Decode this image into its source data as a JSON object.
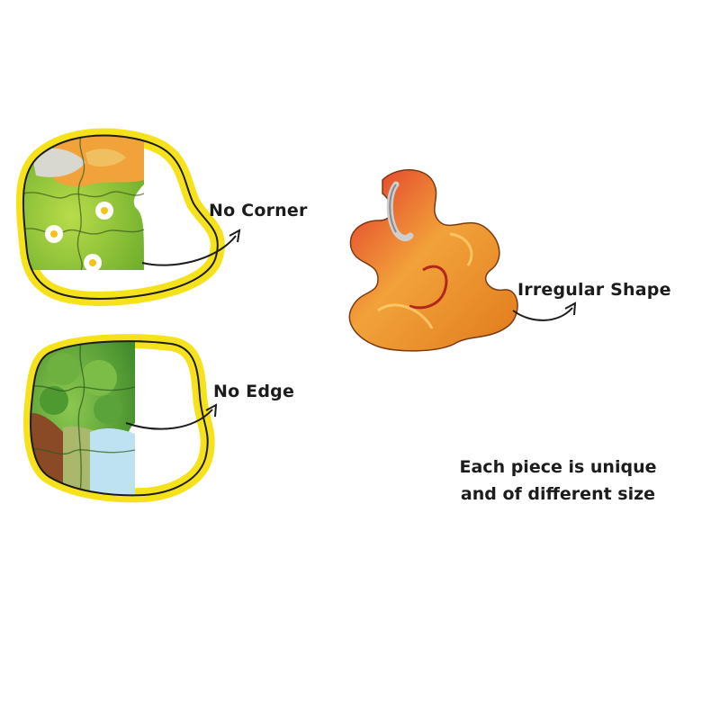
{
  "labels": {
    "corner": "No Corner",
    "edge": "No Edge",
    "shape": "Irregular Shape",
    "note_line1": "Each piece is unique",
    "note_line2": "and of different size"
  },
  "colors": {
    "frame_yellow": "#f5e21b",
    "grass_green": "#8fc63a",
    "orange": "#f2a23a",
    "tree_green": "#5aa33a",
    "trunk_brown": "#8a4a26",
    "sky_blue": "#bfe2f3",
    "piece_red": "#e2352b",
    "ink": "#1c1c1c"
  }
}
